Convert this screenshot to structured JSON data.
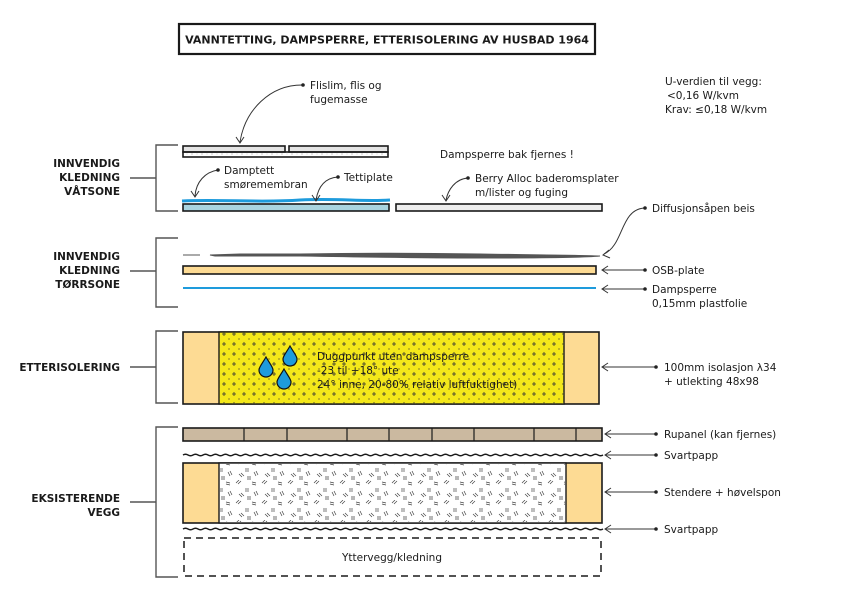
{
  "title": "VANNTETTING, DAMPSPERRE, ETTERISOLERING AV HUSBAD 1964",
  "u_value": {
    "line1": "U-verdien til vegg:",
    "line2": "<0,16 W/kvm",
    "line3": "Krav: ≤0,18 W/kvm"
  },
  "sections": {
    "wet": [
      "INNVENDIG",
      "KLEDNING",
      "VÅTSONE"
    ],
    "dry": [
      "INNVENDIG",
      "KLEDNING",
      "TØRRSONE"
    ],
    "insulation": [
      "ETTERISOLERING"
    ],
    "existing": [
      "EKSISTERENDE",
      "VEGG"
    ]
  },
  "labels": {
    "tiles": [
      "Flislim, flis og",
      "fugemasse"
    ],
    "membrane": [
      "Damptett",
      "smøremembran"
    ],
    "tettiplate": "Tettiplate",
    "vapor_removed": "Dampsperre bak fjernes !",
    "berry_alloc": [
      "Berry Alloc baderomsplater",
      "m/lister og fuging"
    ],
    "stain": "Diffusjonsåpen beis",
    "osb": "OSB-plate",
    "vapor_barrier": [
      "Dampsperre",
      "0,15mm plastfolie"
    ],
    "insulation": [
      "100mm isolasjon λ34",
      "+ utlekting 48x98"
    ],
    "dewpoint": [
      "Duggpunkt uten dampsperre",
      "-23 til +18° ute",
      "24° inne, 20-80% relativ luftfuktighet)"
    ],
    "panel": "Rupanel (kan fjernes)",
    "tarpaper_1": "Svartpapp",
    "studs": "Stendere + høvelspon",
    "tarpaper_2": "Svartpapp",
    "exterior": "Yttervegg/kledning"
  },
  "colors": {
    "tettiplate": "#a9d4e0",
    "membrane": "#1e9bdc",
    "osb": "#fddb94",
    "insulation": "#f4e81a",
    "panel": "#cbb9a0",
    "stud": "#fddb94",
    "drop": "#1e9bdc",
    "tile": "#e4e4e4",
    "stain": "#555555"
  }
}
